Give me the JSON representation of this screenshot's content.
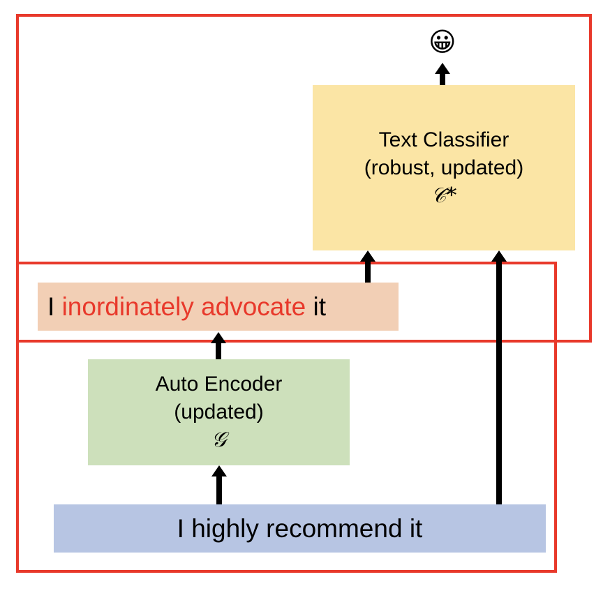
{
  "diagram": {
    "classifier": {
      "title": "Text Classifier",
      "subtitle": "(robust, updated)",
      "symbol": "𝒞*",
      "color": "#fbe5a5"
    },
    "adversarial_text": {
      "prefix": "I ",
      "highlight": "inordinately advocate",
      "suffix": " it",
      "highlight_color": "#e8392b",
      "color": "#f2cfb5"
    },
    "autoencoder": {
      "title": "Auto Encoder",
      "subtitle": "(updated)",
      "symbol": "𝒢",
      "color": "#cde0bb"
    },
    "input_text": {
      "text": "I highly recommend it",
      "color": "#b7c5e3"
    },
    "output": {
      "icon": "grinning-face-emoji",
      "glyph": "😀"
    },
    "frame_color": "#e8392b"
  }
}
